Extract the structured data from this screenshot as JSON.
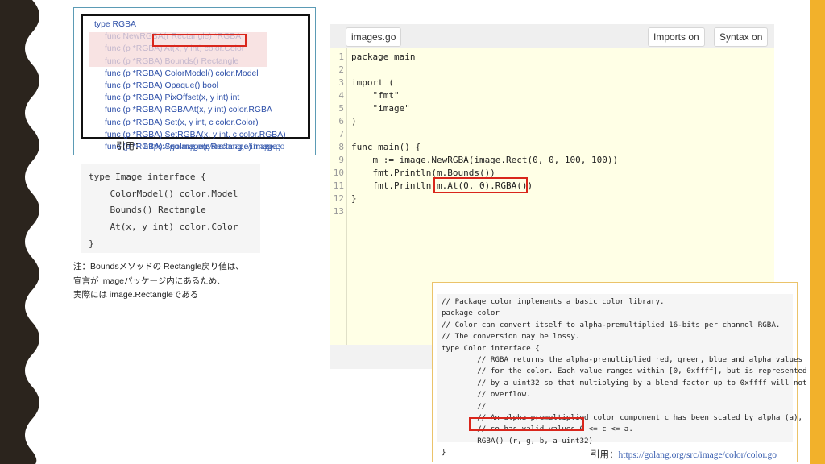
{
  "doc_lines": [
    "type RGBA",
    "func NewRGBA(r Rectangle) *RGBA",
    "func (p *RGBA) At(x, y int) color.Color",
    "func (p *RGBA) Bounds() Rectangle",
    "func (p *RGBA) ColorModel() color.Model",
    "func (p *RGBA) Opaque() bool",
    "func (p *RGBA) PixOffset(x, y int) int",
    "func (p *RGBA) RGBAAt(x, y int) color.RGBA",
    "func (p *RGBA) Set(x, y int, c color.Color)",
    "func (p *RGBA) SetRGBA(x, y int, c color.RGBA)",
    "func (p *RGBA) SubImage(r Rectangle) Image"
  ],
  "cite_top": {
    "prefix": "引用：",
    "url": "https://golang.org/src/image/image.go"
  },
  "iface_lines": [
    "type Image interface {",
    "    ColorModel() color.Model",
    "    Bounds() Rectangle",
    "    At(x, y int) color.Color",
    "}"
  ],
  "note_lines": [
    "注：Boundsメソッドの Rectangle戻り値は、",
    "宣言が imageパッケージ内にあるため、",
    "実際には image.Rectangleである"
  ],
  "playground": {
    "file_button": "images.go",
    "imports_button": "Imports on",
    "syntax_button": "Syntax on",
    "lines": [
      "package main",
      "",
      "import (",
      "    \"fmt\"",
      "    \"image\"",
      ")",
      "",
      "func main() {",
      "    m := image.NewRGBA(image.Rect(0, 0, 100, 100))",
      "    fmt.Println(m.Bounds())",
      "    fmt.Println(m.At(0, 0).RGBA())",
      "}",
      ""
    ]
  },
  "color_code_lines": [
    "// Package color implements a basic color library.",
    "package color",
    "",
    "// Color can convert itself to alpha-premultiplied 16-bits per channel RGBA.",
    "// The conversion may be lossy.",
    "type Color interface {",
    "        // RGBA returns the alpha-premultiplied red, green, blue and alpha values",
    "        // for the color. Each value ranges within [0, 0xffff], but is represented",
    "        // by a uint32 so that multiplying by a blend factor up to 0xffff will not",
    "        // overflow.",
    "        //",
    "        // An alpha-premultiplied color component c has been scaled by alpha (a),",
    "        // so has valid values 0 <= c <= a.",
    "        RGBA() (r, g, b, a uint32)",
    "}"
  ],
  "cite_bottom": {
    "prefix": "引用：",
    "url": "https://golang.org/src/image/color/color.go"
  },
  "colors": {
    "highlight_red": "#D9261C",
    "doc_blue": "#2D4FA8",
    "accent_yellow": "#F2B12B",
    "band_dark": "#2B241D"
  }
}
